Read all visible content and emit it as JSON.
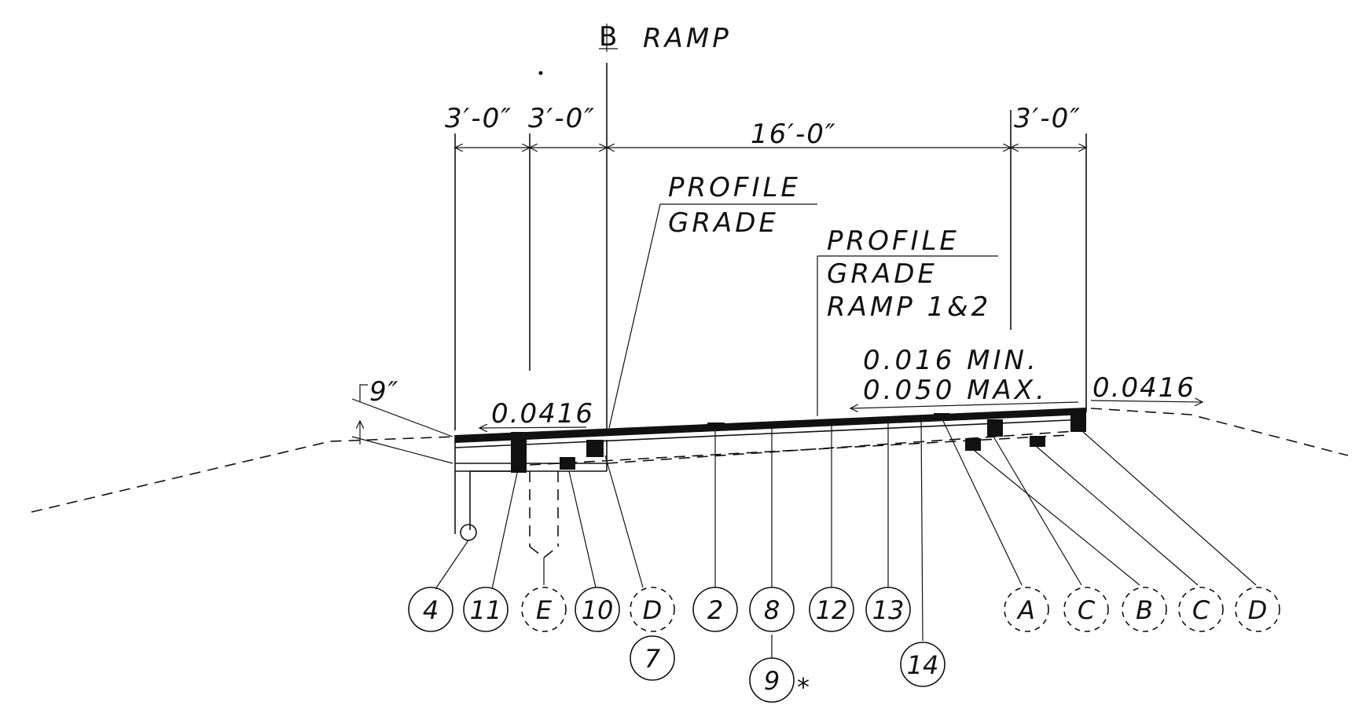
{
  "centerline": {
    "label": "RAMP"
  },
  "dimensions": {
    "d1": "3′-0″",
    "d2": "3′-0″",
    "d3": "16′-0″",
    "d4": "3′-0″",
    "depth": "9″"
  },
  "labels": {
    "profile_grade_1": [
      "PROFILE",
      "GRADE"
    ],
    "profile_grade_2": [
      "PROFILE",
      "GRADE",
      "RAMP 1&2"
    ],
    "slope_min": "0.016 MIN.",
    "slope_max": "0.050 MAX.",
    "slope_left": "0.0416",
    "slope_right": "0.0416"
  },
  "callouts": [
    {
      "id": "4",
      "style": "solid"
    },
    {
      "id": "11",
      "style": "solid"
    },
    {
      "id": "E",
      "style": "dashed"
    },
    {
      "id": "10",
      "style": "solid"
    },
    {
      "id": "D",
      "style": "dashed"
    },
    {
      "id": "7",
      "style": "solid"
    },
    {
      "id": "2",
      "style": "solid"
    },
    {
      "id": "8",
      "style": "solid"
    },
    {
      "id": "9",
      "style": "solid"
    },
    {
      "id": "12",
      "style": "solid"
    },
    {
      "id": "13",
      "style": "solid"
    },
    {
      "id": "14",
      "style": "solid"
    },
    {
      "id": "A",
      "style": "dashed"
    },
    {
      "id": "C",
      "style": "dashed"
    },
    {
      "id": "B",
      "style": "dashed"
    },
    {
      "id": "C",
      "style": "dashed"
    },
    {
      "id": "D",
      "style": "dashed"
    }
  ],
  "note_marker": "*"
}
